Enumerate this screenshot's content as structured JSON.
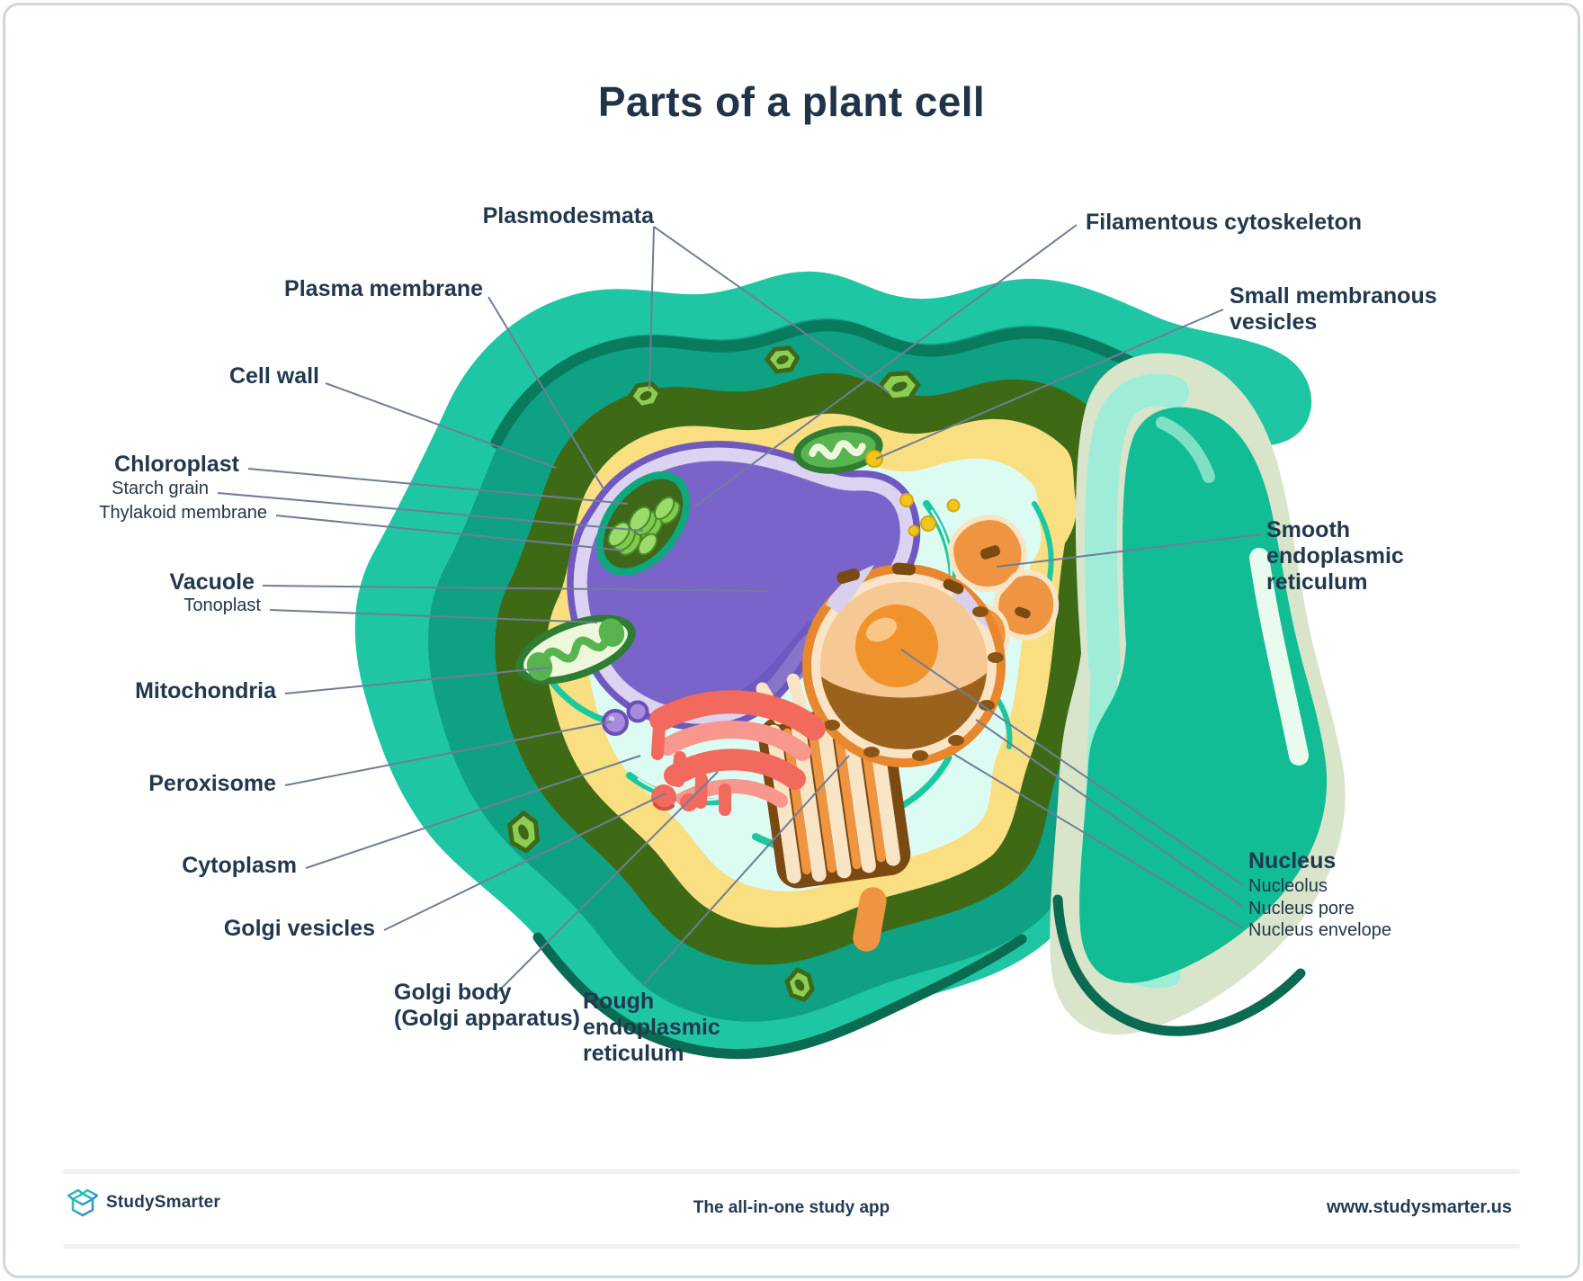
{
  "page": {
    "title": "Parts of a plant cell"
  },
  "diagram": {
    "labels": {
      "plasmodesmata": "Plasmodesmata",
      "plasma_membrane": "Plasma membrane",
      "cell_wall": "Cell wall",
      "chloroplast": "Chloroplast",
      "starch_grain": "Starch grain",
      "thylakoid_membrane": "Thylakoid membrane",
      "vacuole": "Vacuole",
      "tonoplast": "Tonoplast",
      "mitochondria": "Mitochondria",
      "peroxisome": "Peroxisome",
      "cytoplasm": "Cytoplasm",
      "golgi_vesicles": "Golgi vesicles",
      "golgi_body_line1": "Golgi body",
      "golgi_body_line2": "(Golgi apparatus)",
      "rough_er_line1": "Rough",
      "rough_er_line2": "endoplasmic",
      "rough_er_line3": "reticulum",
      "filamentous_cytoskeleton": "Filamentous cytoskeleton",
      "small_membranous_vesicles_line1": "Small membranous",
      "small_membranous_vesicles_line2": "vesicles",
      "smooth_er_line1": "Smooth",
      "smooth_er_line2": "endoplasmic",
      "smooth_er_line3": "reticulum",
      "nucleus": "Nucleus",
      "nucleolus": "Nucleolus",
      "nucleus_pore": "Nucleus pore",
      "nucleus_envelope": "Nucleus envelope"
    },
    "palette": {
      "label_text": "#22384E",
      "leader_line": "#6F7E96",
      "cell_outer_teal": "#1FC6A3",
      "cell_face_teal": "#0FA183",
      "fold_stripe": "#0A7A5F",
      "edge_dark": "#0B6B52",
      "cell_wall_olive": "#3E6A15",
      "plasma_membrane_yellow": "#F9DF82",
      "cytoplasm_mint": "#DCFBF3",
      "filament_teal": "#1CC8A0",
      "vacuole_purple": "#7A63C9",
      "tonoplast_lavender": "#DCD2F2",
      "vacuole_outline": "#6F58BE",
      "nucleus_rim_orange": "#E8872E",
      "nucleus_envelope_cream": "#F9E4C5",
      "nucleus_top_peach": "#F6C893",
      "nucleus_bottom_brown": "#9A621C",
      "nucleolus_orange": "#F0932C",
      "er_orange": "#EF9440",
      "er_brown": "#7A4A12",
      "golgi_red": "#F2695E",
      "golgi_pink": "#F8978D",
      "chloroplast_dark": "#3F671A",
      "chloroplast_coin": "#7ECB4E",
      "mitochondria_body": "#57B44E",
      "mitochondria_crista": "#EDF7DB",
      "peroxisome_purple": "#A88BDC",
      "vesicle_yellow": "#F2C51D",
      "plasmodesma_green": "#8CCE52",
      "neighbor_wall_celadon": "#D9E5CB",
      "neighbor_wall_aqua": "#9FEDD9",
      "neighbor_cell_teal": "#12BD96"
    }
  },
  "footer": {
    "brand": "StudySmarter",
    "tagline": "The all-in-one study app",
    "website": "www.studysmarter.us"
  }
}
